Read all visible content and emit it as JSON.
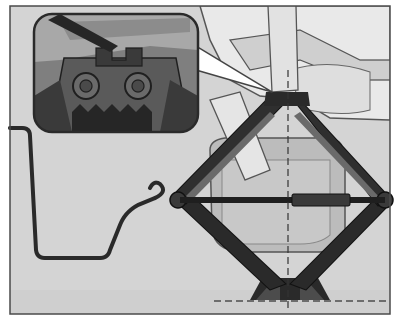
{
  "figure": {
    "description_alt": "",
    "colors": {
      "background": "#ffffff",
      "frame": "#4a4a4a",
      "scene_bg": "#d4d4d4",
      "scene_light": "#e9e9e9",
      "panel": "#c9c9c9",
      "wheel": "#bcbcbc",
      "jack_dark": "#2a2a2a",
      "jack_mid": "#4c4c4c",
      "guide_line": "#333333",
      "inset_bg": "#7f7f7f",
      "inset_light": "#a8a8a8",
      "inset_dark": "#262626"
    },
    "icons": {
      "jack": "scissor-jack",
      "handle": "jack-handle-crank",
      "inset": "magnified-jack-head"
    }
  }
}
